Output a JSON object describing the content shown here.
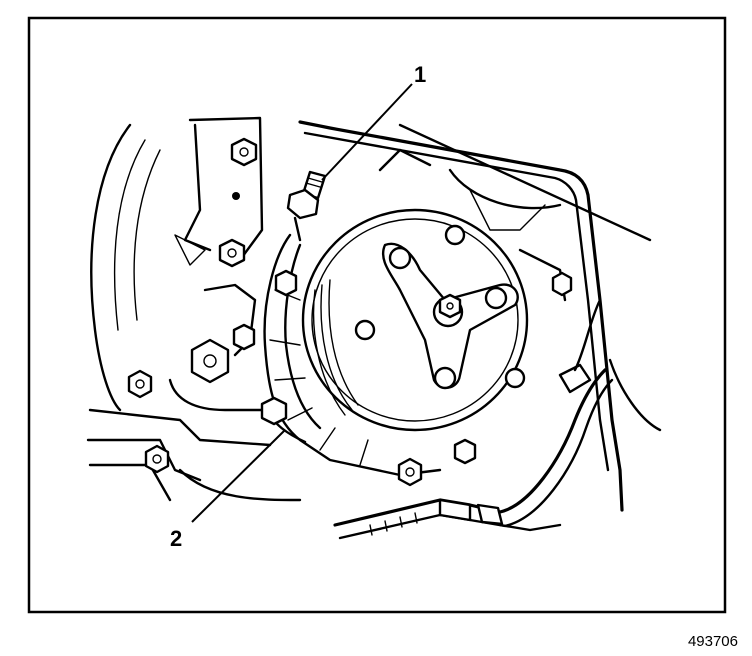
{
  "figure": {
    "callouts": [
      {
        "label": "1"
      },
      {
        "label": "2"
      }
    ],
    "figure_number": "493706"
  }
}
